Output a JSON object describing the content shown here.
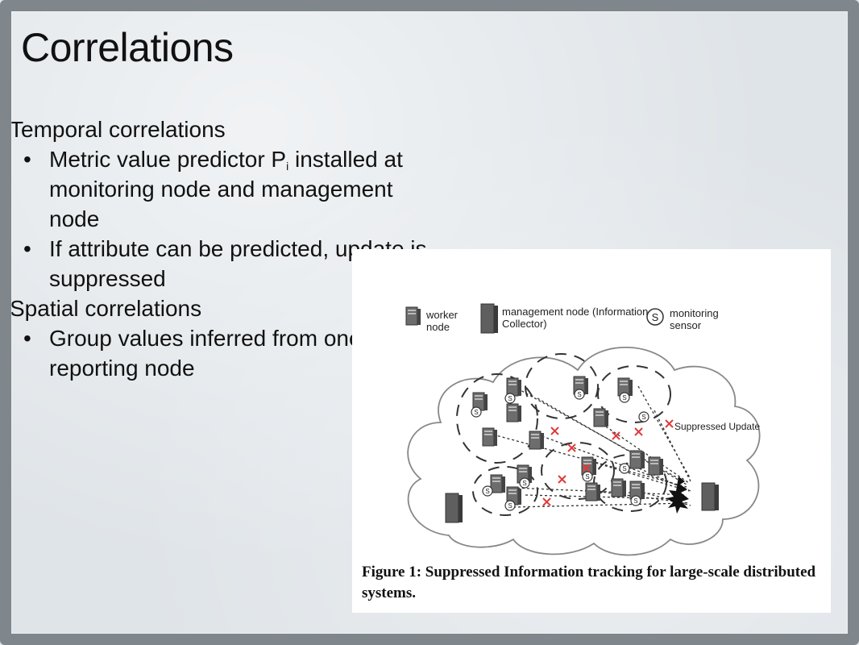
{
  "slide": {
    "title": "Correlations",
    "sections": [
      {
        "heading": "Temporal correlations",
        "bullets": [
          {
            "pre": "Metric value predictor P",
            "sub": "i",
            "post": " installed at monitoring node and management node"
          },
          {
            "text": "If attribute can be predicted, update is suppressed"
          }
        ]
      },
      {
        "heading": "Spatial correlations",
        "bullets": [
          {
            "text": "Group values inferred from one reporting node"
          }
        ]
      }
    ],
    "bullet_glyph": "•"
  },
  "figure": {
    "legend": {
      "worker": "worker node",
      "management": "management node (Information Collector)",
      "monitoring_symbol": "S",
      "monitoring": "monitoring sensor"
    },
    "suppressed_label": "Suppressed Update",
    "caption": "Figure 1:   Suppressed  Information  tracking  for  large-scale distributed systems.",
    "icons": [
      "server-icon",
      "sensor-icon",
      "cross-icon",
      "cloud-icon"
    ]
  }
}
